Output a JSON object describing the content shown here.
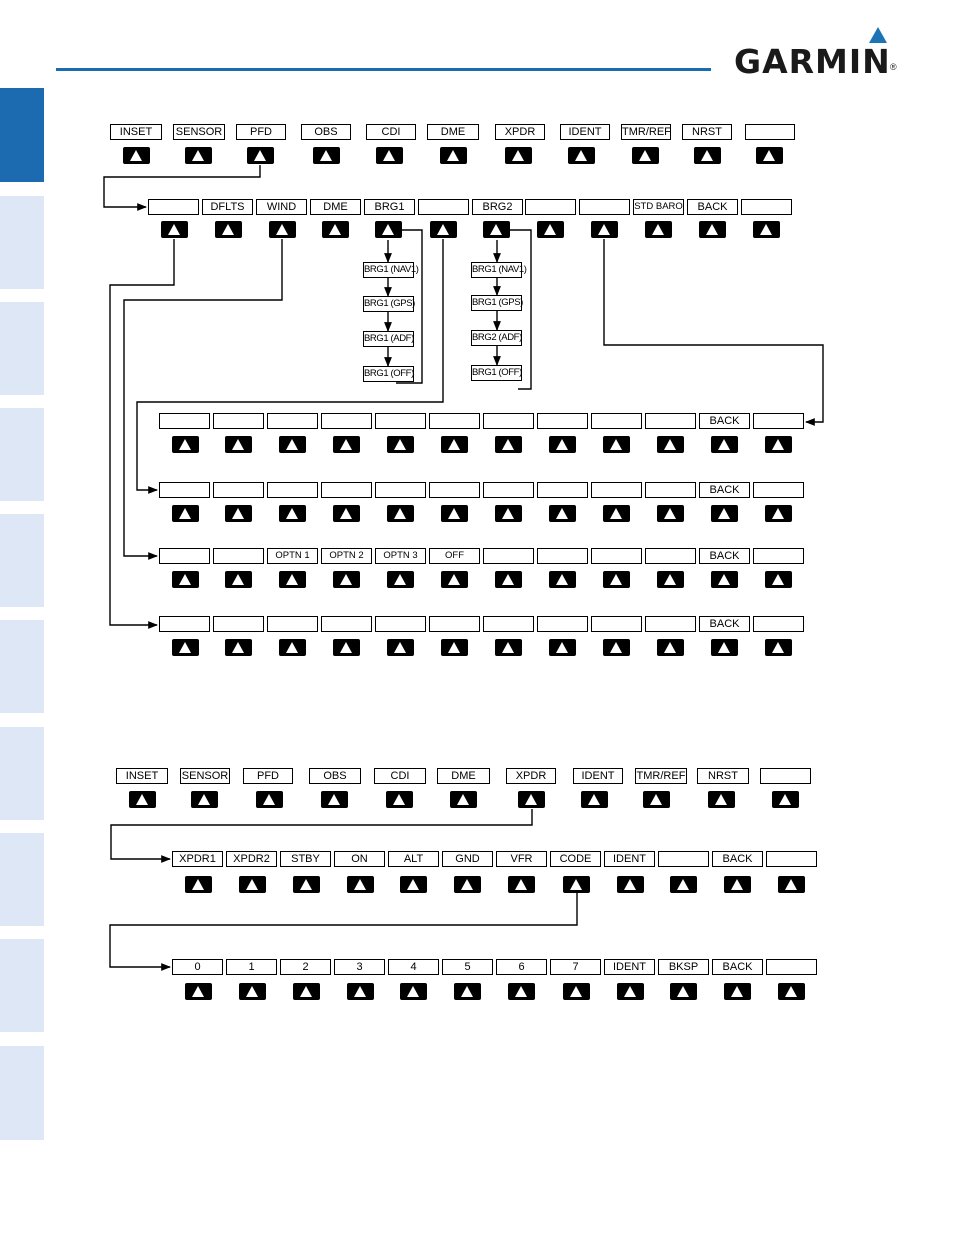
{
  "colors": {
    "tab_active": "#1c6bb0",
    "tab_inactive": "#dde7f6",
    "rule": "#1a6cb0",
    "brand": "#1a1a1a",
    "brand_triangle": "#1b74b6"
  },
  "brand": {
    "name": "GARMIN",
    "reg": "®"
  },
  "tabs_count": 10,
  "diagram1": {
    "top_row": [
      "INSET",
      "SENSOR",
      "PFD",
      "OBS",
      "CDI",
      "DME",
      "XPDR",
      "IDENT",
      "TMR/REF",
      "NRST",
      ""
    ],
    "pfd_row": [
      "",
      "DFLTS",
      "WIND",
      "DME",
      "BRG1",
      "",
      "BRG2",
      "",
      "",
      "STD BARO",
      "BACK",
      ""
    ],
    "brg1_cycle": [
      "BRG1 (NAV1)",
      "BRG1 (GPS)",
      "BRG1 (ADF)",
      "BRG1 (OFF)"
    ],
    "brg2_cycle": [
      "BRG1 (NAV1)",
      "BRG1 (GPS)",
      "BRG2 (ADF)",
      "BRG1 (OFF)"
    ],
    "row_a": [
      "",
      "",
      "",
      "",
      "",
      "",
      "",
      "",
      "",
      "",
      "BACK",
      ""
    ],
    "row_b": [
      "",
      "",
      "",
      "",
      "",
      "",
      "",
      "",
      "",
      "",
      "BACK",
      ""
    ],
    "row_c": [
      "",
      "",
      "OPTN 1",
      "OPTN 2",
      "OPTN 3",
      "OFF",
      "",
      "",
      "",
      "",
      "BACK",
      ""
    ],
    "row_d": [
      "",
      "",
      "",
      "",
      "",
      "",
      "",
      "",
      "",
      "",
      "BACK",
      ""
    ]
  },
  "diagram2": {
    "top_row": [
      "INSET",
      "SENSOR",
      "PFD",
      "OBS",
      "CDI",
      "DME",
      "XPDR",
      "IDENT",
      "TMR/REF",
      "NRST",
      ""
    ],
    "xpdr_row": [
      "XPDR1",
      "XPDR2",
      "STBY",
      "ON",
      "ALT",
      "GND",
      "VFR",
      "CODE",
      "IDENT",
      "",
      "BACK",
      ""
    ],
    "code_row": [
      "0",
      "1",
      "2",
      "3",
      "4",
      "5",
      "6",
      "7",
      "IDENT",
      "BKSP",
      "BACK",
      ""
    ]
  }
}
